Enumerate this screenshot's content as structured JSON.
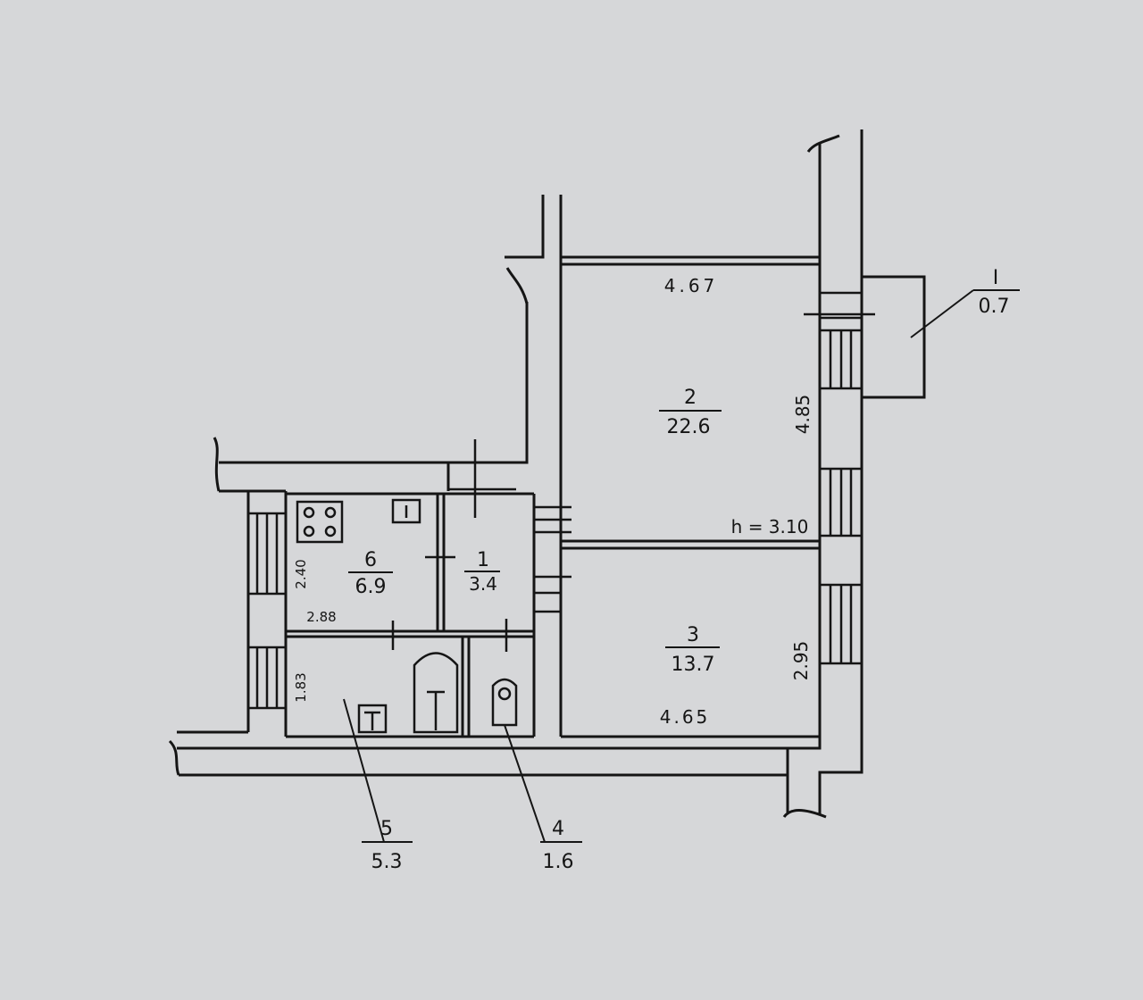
{
  "plan": {
    "ceiling_height_label": "h = 3.10",
    "rooms": [
      {
        "id": "1",
        "number": "1",
        "area": "3.4"
      },
      {
        "id": "2",
        "number": "2",
        "area": "22.6"
      },
      {
        "id": "3",
        "number": "3",
        "area": "13.7"
      },
      {
        "id": "4",
        "number": "4",
        "area": "1.6"
      },
      {
        "id": "5",
        "number": "5",
        "area": "5.3"
      },
      {
        "id": "6",
        "number": "6",
        "area": "6.9"
      },
      {
        "id": "balcony",
        "number": "I",
        "area": "0.7"
      }
    ],
    "dimensions": {
      "room2_width": "4.67",
      "room2_height": "4.85",
      "room3_width": "4.65",
      "room3_height": "2.95",
      "kitchen_width": "2.88",
      "kitchen_height": "2.40",
      "bath_height": "1.83"
    }
  }
}
